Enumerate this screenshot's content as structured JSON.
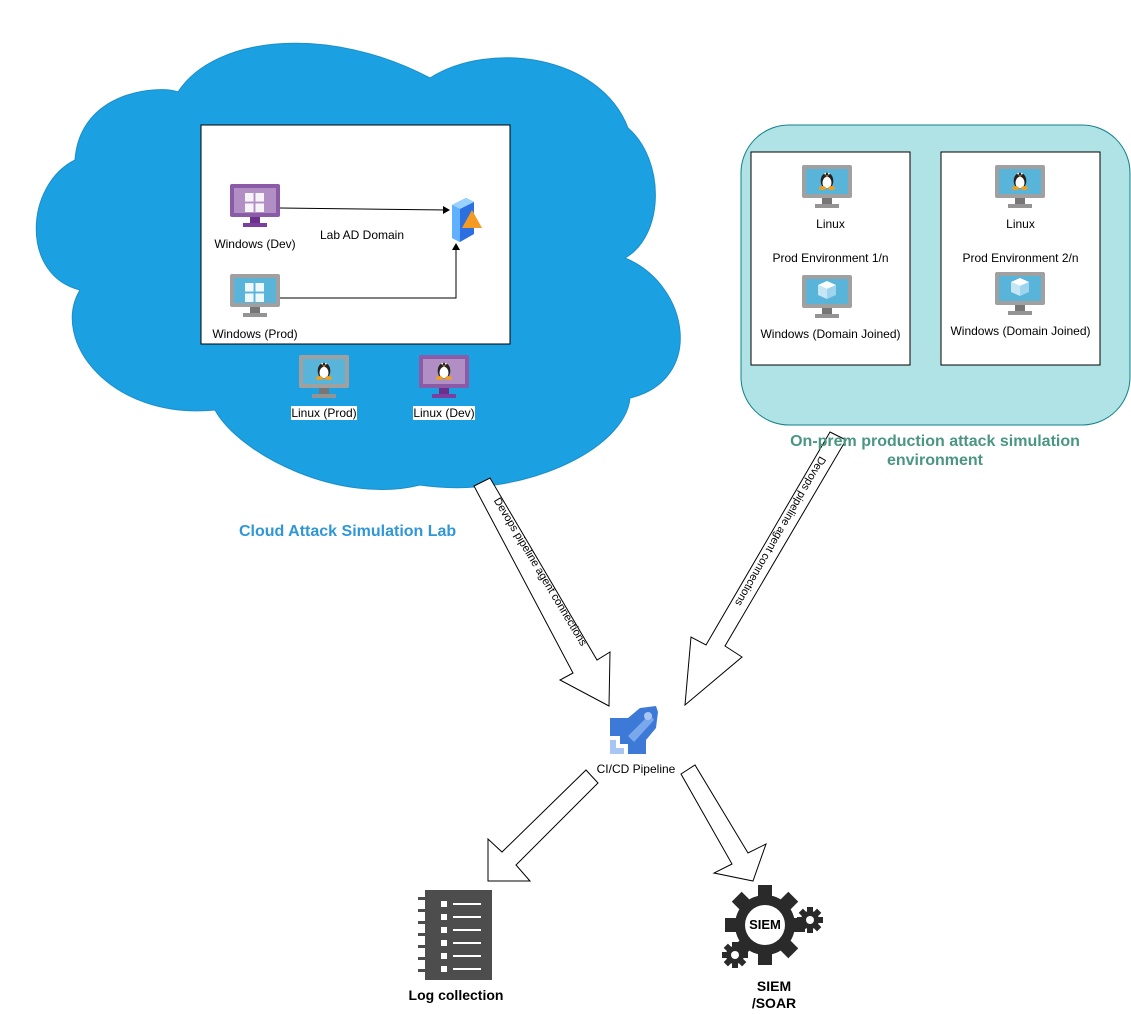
{
  "cloud_lab": {
    "title": "Cloud Attack Simulation Lab",
    "fill_color": "#1ba1e2",
    "domain_box": {
      "edge_label": "Lab AD Domain",
      "nodes": {
        "windows_dev": {
          "label": "Windows (Dev)",
          "icon": "windows-vm-purple-icon"
        },
        "windows_prod": {
          "label": "Windows (Prod)",
          "icon": "windows-vm-blue-icon"
        },
        "domain_controller": {
          "icon": "active-directory-server-icon"
        }
      }
    },
    "outside_nodes": [
      {
        "label": "Linux (Prod)",
        "icon": "linux-vm-blue-icon"
      },
      {
        "label": "Linux (Dev)",
        "icon": "linux-vm-purple-icon"
      }
    ]
  },
  "onprem": {
    "title_line1": "On-prem production attack simulation",
    "title_line2": "environment",
    "fill_color": "#b0e3e6",
    "environments": [
      {
        "linux_label": "Linux",
        "env_label": "Prod Environment 1/n",
        "windows_label": "Windows (Domain Joined)"
      },
      {
        "linux_label": "Linux",
        "env_label": "Prod Environment 2/n",
        "windows_label": "Windows (Domain Joined)"
      }
    ]
  },
  "connections": {
    "cloud_to_pipeline": "Devops pipeline agent connections",
    "onprem_to_pipeline": "Devops pipeline agent connections"
  },
  "pipeline": {
    "label": "CI/CD Pipeline",
    "icon": "azure-pipelines-rocket-icon"
  },
  "outputs": {
    "log_collection": {
      "label": "Log collection",
      "icon": "log-notebook-icon"
    },
    "siem": {
      "label_line1": "SIEM",
      "label_line2": "/SOAR",
      "icon_text": "SIEM",
      "icon": "gears-icon"
    }
  }
}
